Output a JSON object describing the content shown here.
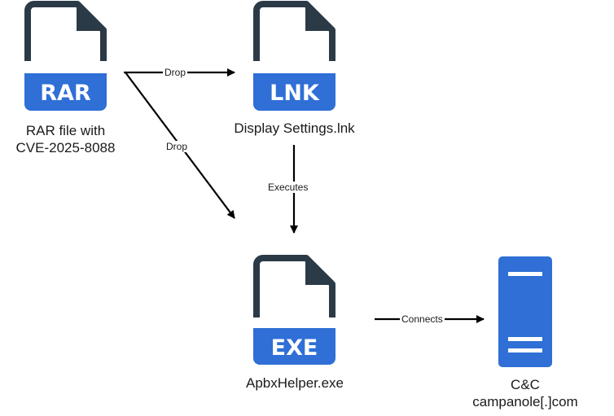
{
  "colors": {
    "file_outline": "#2b3a47",
    "badge_blue": "#2f6fd6",
    "server_blue": "#2f6fd6",
    "arrow": "#000000",
    "text": "#1a1a1a"
  },
  "nodes": {
    "rar": {
      "icon": "rar-file-icon",
      "badge": "RAR",
      "label_line1": "RAR file with",
      "label_line2": "CVE-2025-8088"
    },
    "lnk": {
      "icon": "lnk-file-icon",
      "badge": "LNK",
      "label_line1": "Display Settings.lnk"
    },
    "exe": {
      "icon": "exe-file-icon",
      "badge": "EXE",
      "label_line1": "ApbxHelper.exe"
    },
    "cc": {
      "icon": "server-icon",
      "label_line1": "C&C",
      "label_line2": "campanole[.]com"
    }
  },
  "edges": {
    "rar_to_lnk": "Drop",
    "rar_to_exe": "Drop",
    "lnk_to_exe": "Executes",
    "exe_to_cc": "Connects"
  }
}
